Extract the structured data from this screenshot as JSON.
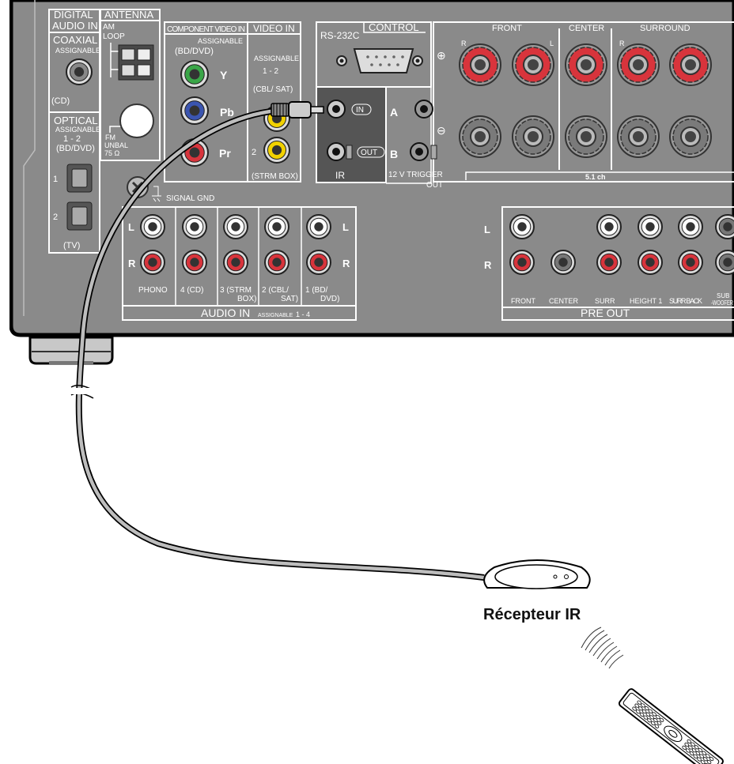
{
  "panel": {
    "digital_audio_in": {
      "title_1": "DIGITAL",
      "title_2": "AUDIO IN",
      "coaxial": "COAXIAL",
      "coaxial_assignable": "ASSIGNABLE",
      "coaxial_source": "(CD)",
      "optical": "OPTICAL",
      "optical_assignable": "ASSIGNABLE",
      "optical_range": "1 - 2",
      "optical_source": "(BD/DVD)",
      "optical_1": "1",
      "optical_2": "2",
      "optical_2_source": "(TV)"
    },
    "antenna": {
      "title": "ANTENNA",
      "am_1": "AM",
      "am_2": "LOOP",
      "fm_1": "FM",
      "fm_2": "UNBAL",
      "fm_3": "75 Ω"
    },
    "component_video_in": {
      "title": "COMPONENT VIDEO IN",
      "assignable": "ASSIGNABLE",
      "source": "(BD/DVD)",
      "y": "Y",
      "pb": "Pb",
      "pr": "Pr"
    },
    "video_in": {
      "title": "VIDEO IN",
      "assignable": "ASSIGNABLE",
      "range": "1 - 2",
      "source_1": "(CBL/ SAT)",
      "num_2": "2",
      "source_2": "(STRM BOX)"
    },
    "control": {
      "title": "CONTROL",
      "rs232c": "RS-232C"
    },
    "ir": {
      "in": "IN",
      "out": "OUT",
      "label": "IR"
    },
    "trigger": {
      "a": "A",
      "b": "B",
      "label_1": "12 V  TRIGGER",
      "label_2": "OUT"
    },
    "speakers": {
      "plus": "⊕",
      "minus": "⊖",
      "front": "FRONT",
      "center": "CENTER",
      "surround": "SURROUND",
      "r": "R",
      "l": "L",
      "channels": "5.1 ch"
    },
    "signal_gnd": "SIGNAL GND",
    "audio_in": {
      "title": "AUDIO IN",
      "assignable": "ASSIGNABLE",
      "range": "1 - 4",
      "l": "L",
      "r": "R",
      "labels": [
        "PHONO",
        "4 (CD)",
        "3 (STRM",
        "BOX)",
        "2 (CBL/",
        "SAT)",
        "1 (BD/",
        "DVD)"
      ]
    },
    "pre_out": {
      "title": "PRE OUT",
      "l": "L",
      "r": "R",
      "labels": [
        "FRONT",
        "CENTER",
        "SURR",
        "HEIGHT 1",
        "SURR BACK",
        "SUB",
        "-WOOFER"
      ]
    }
  },
  "ir_receiver": {
    "label": "Récepteur IR"
  },
  "colors": {
    "panel": "#8a8a8a",
    "ir_panel": "#555555",
    "red": "#d8343c",
    "green": "#3aa648",
    "blue": "#3b55b0",
    "yellow": "#f2d200"
  }
}
